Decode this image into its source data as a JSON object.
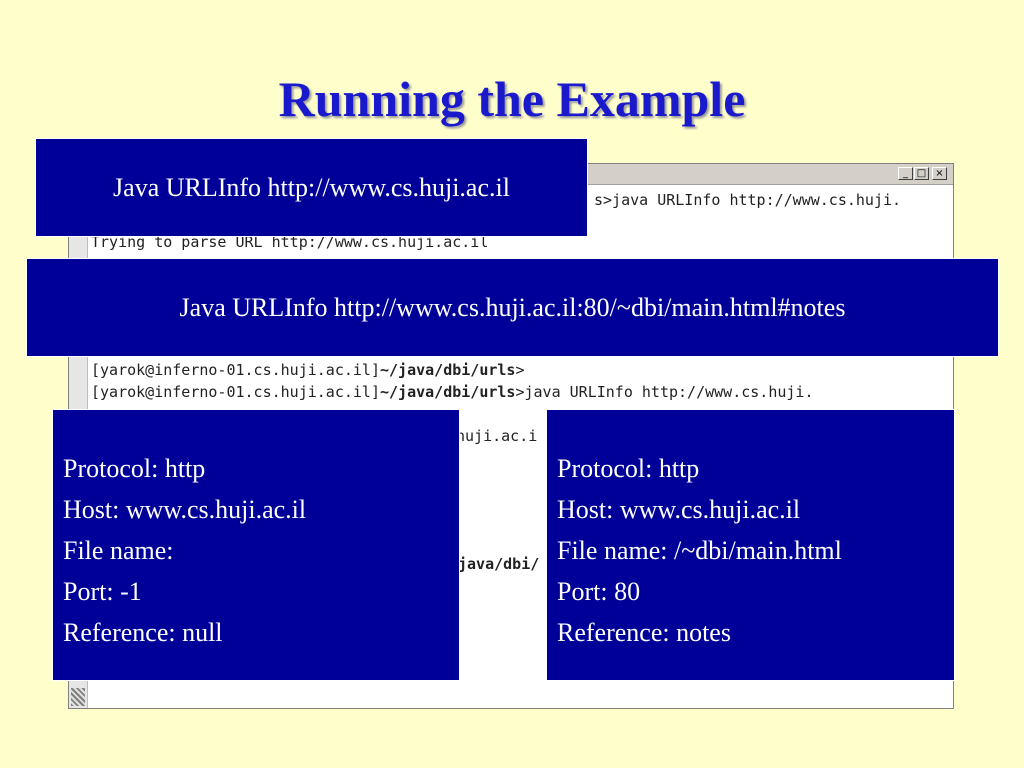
{
  "slide": {
    "title": "Running the Example"
  },
  "terminal": {
    "controls": {
      "minimize": "_",
      "maximize": "□",
      "close": "×"
    },
    "lines": [
      {
        "prefix": "",
        "bold": "",
        "suffix": "s>java URLInfo http://www.cs.huji."
      },
      {
        "prefix": "Trying to parse URL http://www.cs.huji.ac.il",
        "bold": "",
        "suffix": ""
      },
      {
        "prefix": "[yarok@inferno-01.cs.huji.ac.il]",
        "bold": "~/java/dbi/urls",
        "suffix": ">"
      },
      {
        "prefix": "[yarok@inferno-01.cs.huji.ac.il]",
        "bold": "~/java/dbi/urls",
        "suffix": ">java URLInfo http://www.cs.huji."
      },
      {
        "prefix": "huji.ac.i",
        "bold": "",
        "suffix": ""
      },
      {
        "prefix": "",
        "bold": "java/dbi/",
        "suffix": ""
      }
    ]
  },
  "commands": {
    "first": "Java URLInfo http://www.cs.huji.ac.il",
    "second": "Java URLInfo http://www.cs.huji.ac.il:80/~dbi/main.html#notes"
  },
  "results": {
    "first": [
      "Protocol: http",
      "Host: www.cs.huji.ac.il",
      "File name:",
      "Port: -1",
      "Reference: null"
    ],
    "second": [
      "Protocol: http",
      "Host: www.cs.huji.ac.il",
      "File name: /~dbi/main.html",
      "Port: 80",
      "Reference: notes"
    ]
  }
}
